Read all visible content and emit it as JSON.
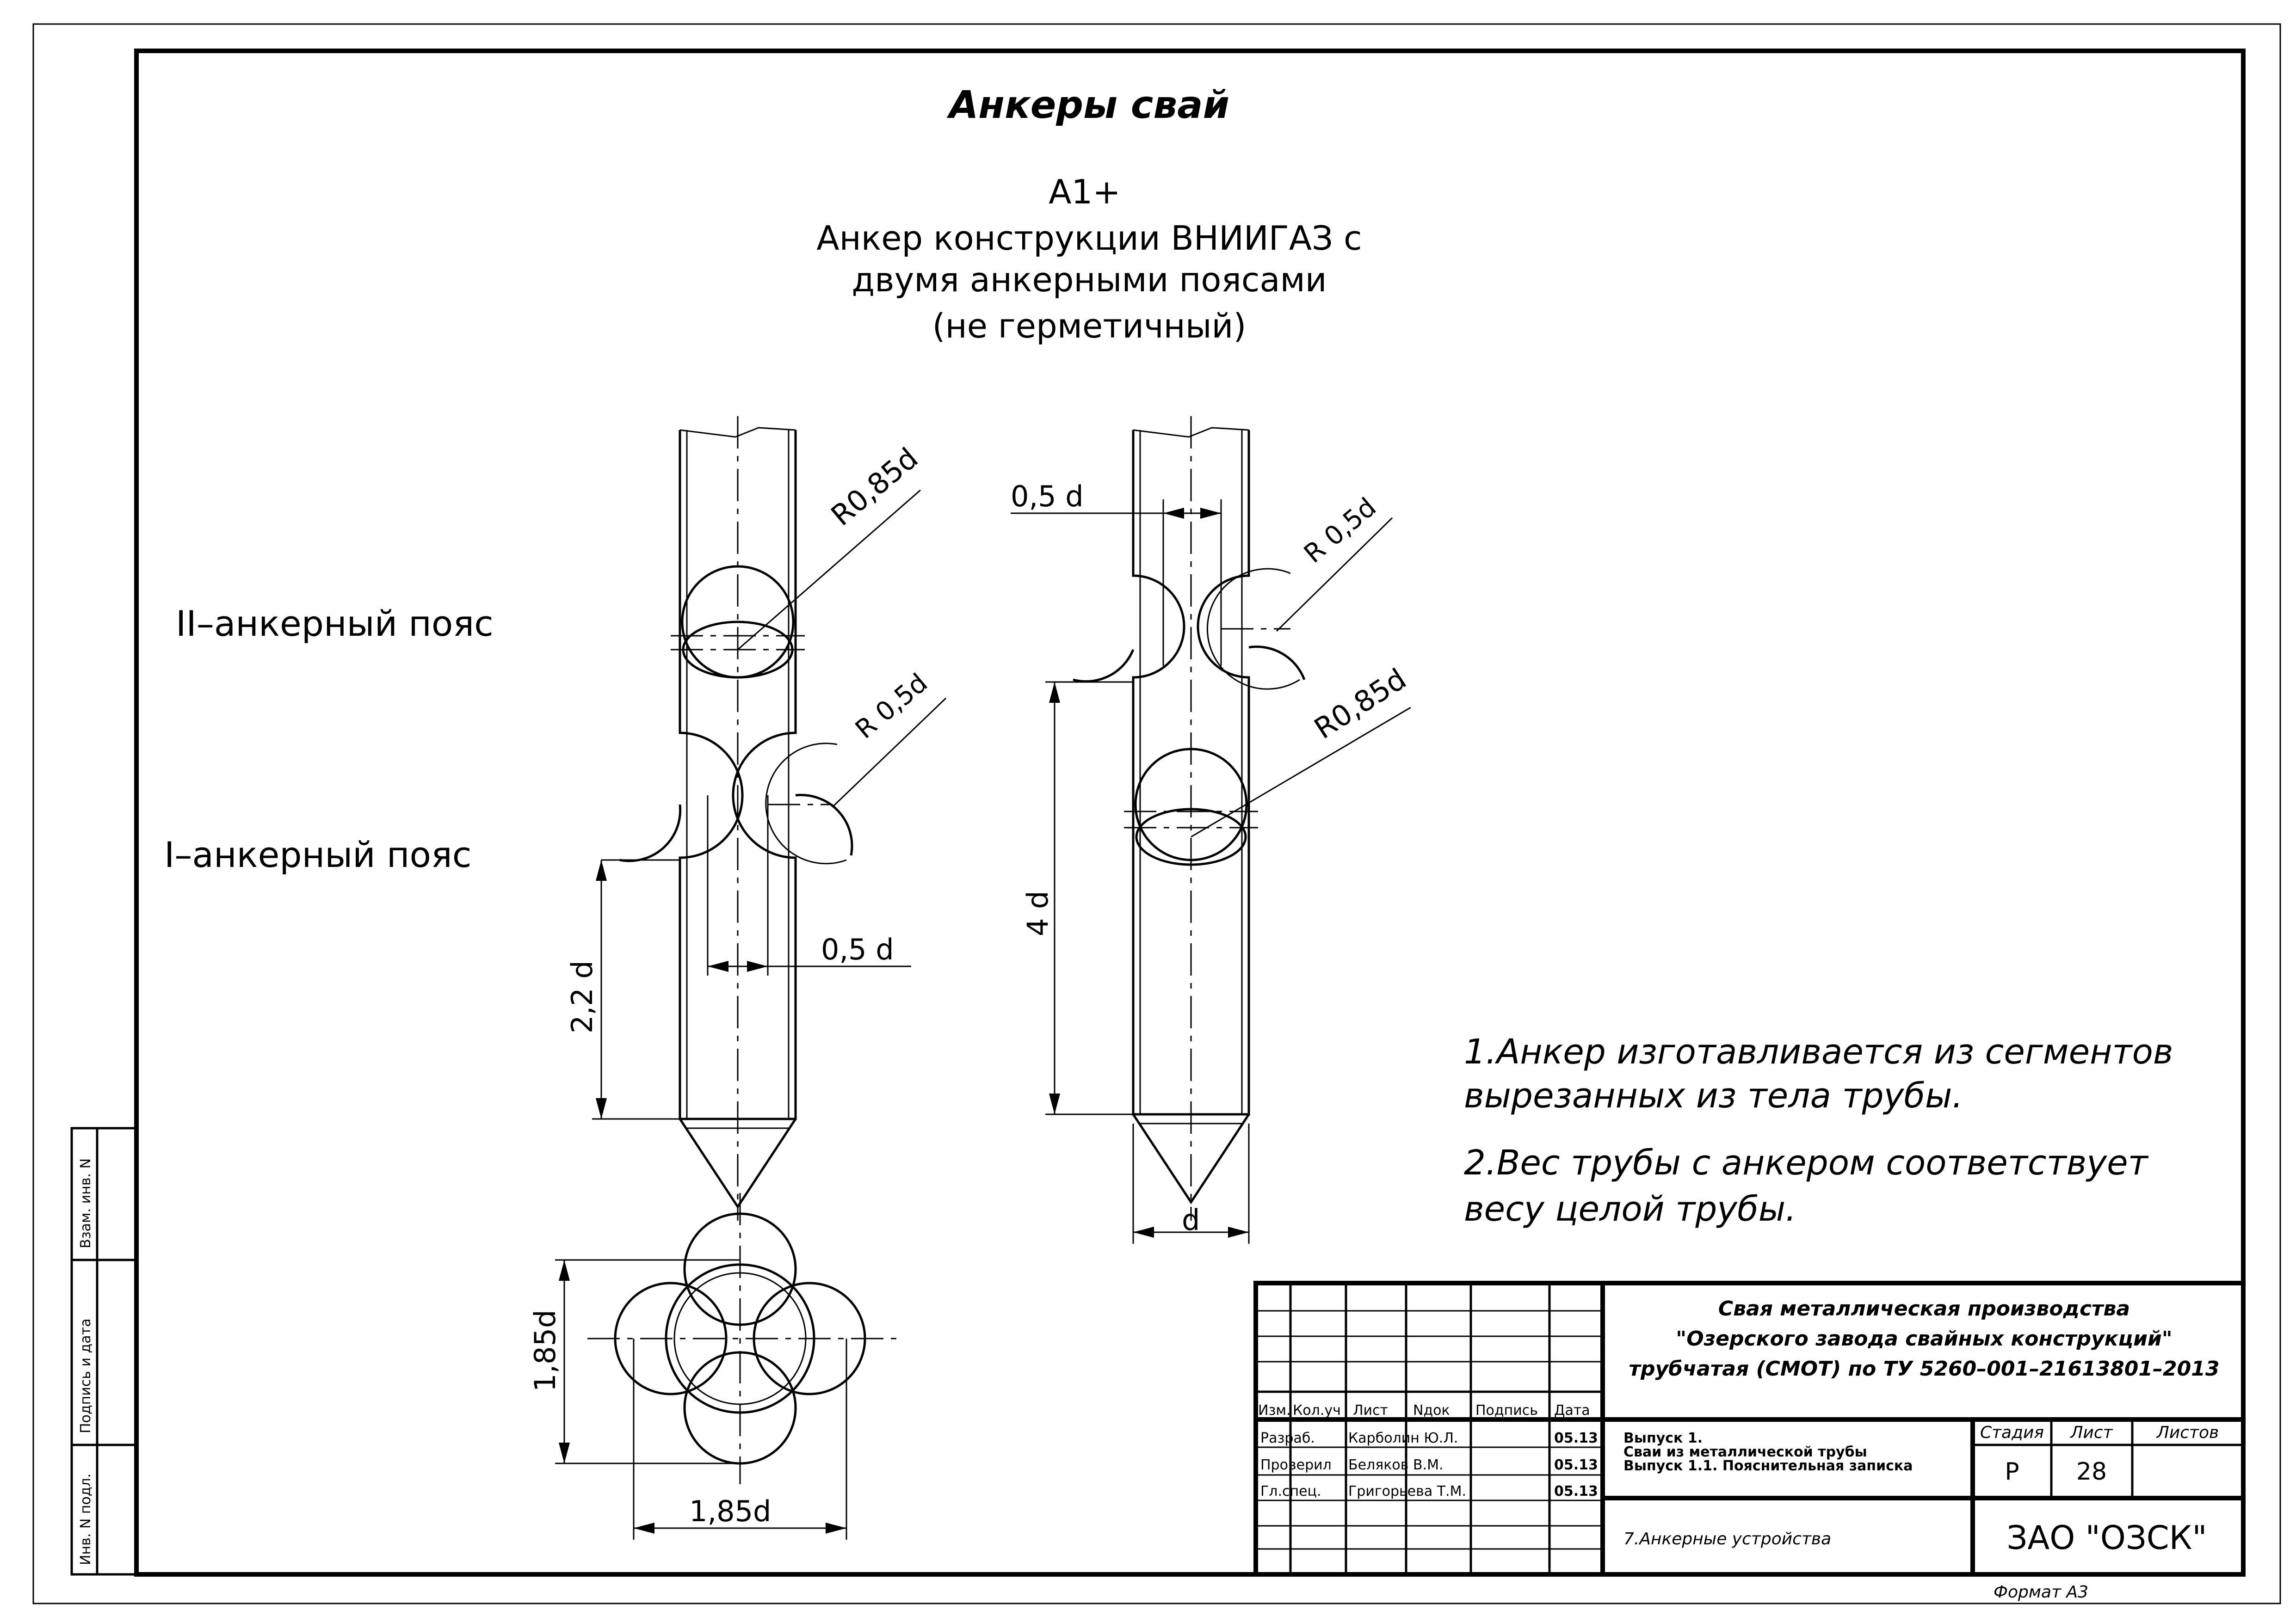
{
  "drawing": {
    "title": "Анкеры свай",
    "subtitle_code": "A1+",
    "subtitle_lines": [
      "Анкер конструкции ВНИИГАЗ с",
      "двумя анкерными поясами",
      "(не герметичный)"
    ],
    "belt_labels": {
      "belt2": "II–анкерный пояс",
      "belt1": "I–анкерный пояс"
    },
    "dimensions": {
      "left_r_large": "R0,85d",
      "left_r_small": "R 0,5d",
      "left_gap": "0,5 d",
      "left_height": "2,2 d",
      "right_gap": "0,5 d",
      "right_r_small": "R 0,5d",
      "right_r_large": "R0,85d",
      "right_height": "4 d",
      "right_width": "d",
      "bottom_height": "1,85d",
      "bottom_width": "1,85d"
    },
    "notes": [
      "1.Анкер изготавливается из сегментов",
      "вырезанных из тела трубы.",
      "2.Вес трубы с анкером соответствует",
      "весу целой трубы."
    ]
  },
  "side_stamp": {
    "labels": [
      "Взам. инв. N",
      "Подпись и дата",
      "Инв. N подл."
    ]
  },
  "title_block": {
    "main_title_lines": [
      "Свая металлическая производства",
      "\"Озерского завода свайных конструкций\"",
      "трубчатая (СМОТ) по ТУ 5260–001–21613801–2013"
    ],
    "header_cols": [
      "Изм.",
      "Кол.уч",
      "Лист",
      "Nдок",
      "Подпись",
      "Дата"
    ],
    "rows": [
      {
        "role": "Разраб.",
        "name": "Карболин Ю.Л.",
        "date": "05.13"
      },
      {
        "role": "Проверил",
        "name": "Беляков В.М.",
        "date": "05.13"
      },
      {
        "role": "Гл.спец.",
        "name": "Григорьева Т.М.",
        "date": "05.13"
      }
    ],
    "doc_lines": [
      "Выпуск 1.",
      "Сваи из металлической трубы",
      "Выпуск 1.1. Пояснительная записка"
    ],
    "stage_label": "Стадия",
    "sheet_label": "Лист",
    "sheets_label": "Листов",
    "stage_value": "Р",
    "sheet_value": "28",
    "sheets_value": "",
    "section_title": "7.Анкерные устройства",
    "company": "ЗАО \"ОЗСК\"",
    "format": "Формат А3"
  }
}
